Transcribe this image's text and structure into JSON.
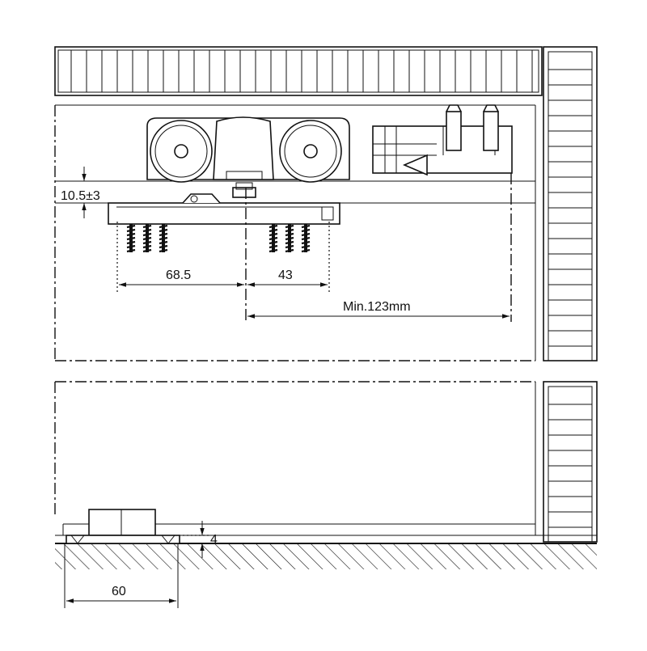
{
  "dimensions": {
    "gap": "10.5±3",
    "screw_spacing_left": "68.5",
    "screw_spacing_right": "43",
    "min_clearance": "Min.123mm",
    "floor_gap": "4",
    "guide_width": "60"
  },
  "icons": {
    "arrow": "dimension-arrow-icon"
  }
}
